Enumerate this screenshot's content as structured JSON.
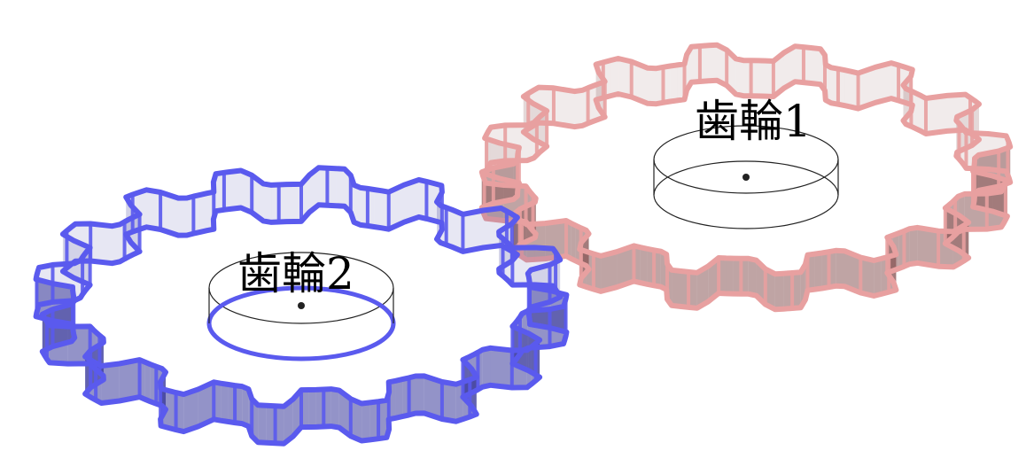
{
  "gears": [
    {
      "id": "gear1",
      "label": "歯輪1",
      "teeth": 16,
      "color": "#e8a0a0",
      "fill": "#8a5a5a",
      "hub_color": "#000000"
    },
    {
      "id": "gear2",
      "label": "歯輪2",
      "teeth": 16,
      "color": "#5a5aee",
      "fill": "#3a3a9a",
      "hub_color": "#5a5aee"
    }
  ],
  "background": "#ffffff"
}
